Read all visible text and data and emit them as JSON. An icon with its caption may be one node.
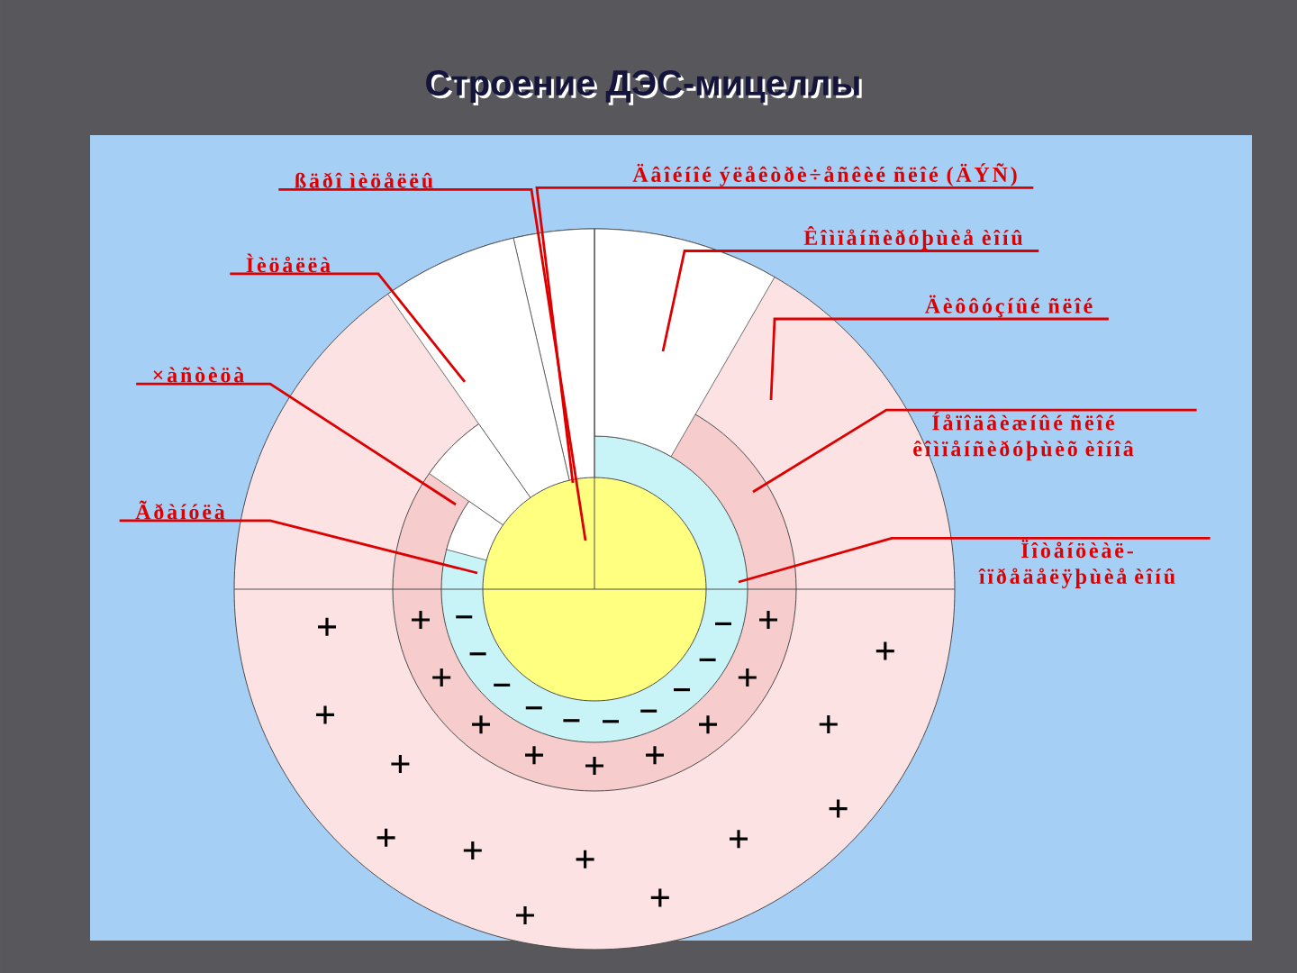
{
  "diagram": {
    "title": "Строение ДЭС-мицеллы",
    "nodes": [
      {
        "text": [
          "ßäðî ìèöåëëû"
        ]
      },
      {
        "text": [
          "Äâîéíîé ýëåêòðè÷åñêèé ñëîé (ÄÝÑ)"
        ]
      },
      {
        "text": [
          "Ìèöåëëà"
        ]
      },
      {
        "text": [
          "Êîìïåíñèðóþùèå èîíû"
        ]
      },
      {
        "text": [
          "Äèôôóçíûé ñëîé"
        ]
      },
      {
        "text": [
          "×àñòèöà"
        ]
      },
      {
        "text": [
          "Íåïîäâèæíûé ñëîé êîìïåíñèðóþùèõ èîíîâ"
        ]
      },
      {
        "text": [
          "Ãðàíóëà"
        ]
      },
      {
        "text": [
          "Ïîòåíöèàë-îïðåäåëÿþùèå èîíû"
        ]
      }
    ],
    "edges": [
      {
        "from": 0,
        "to": null,
        "arrow": "none"
      },
      {
        "from": 1,
        "to": null,
        "arrow": "none"
      },
      {
        "from": 2,
        "to": null,
        "arrow": "none"
      },
      {
        "from": 3,
        "to": null,
        "arrow": "none"
      },
      {
        "from": 4,
        "to": null,
        "arrow": "none"
      },
      {
        "from": 5,
        "to": null,
        "arrow": "none"
      },
      {
        "from": 6,
        "to": null,
        "arrow": "none"
      },
      {
        "from": 7,
        "to": null,
        "arrow": "none"
      },
      {
        "from": 8,
        "to": null,
        "arrow": "none"
      }
    ]
  }
}
